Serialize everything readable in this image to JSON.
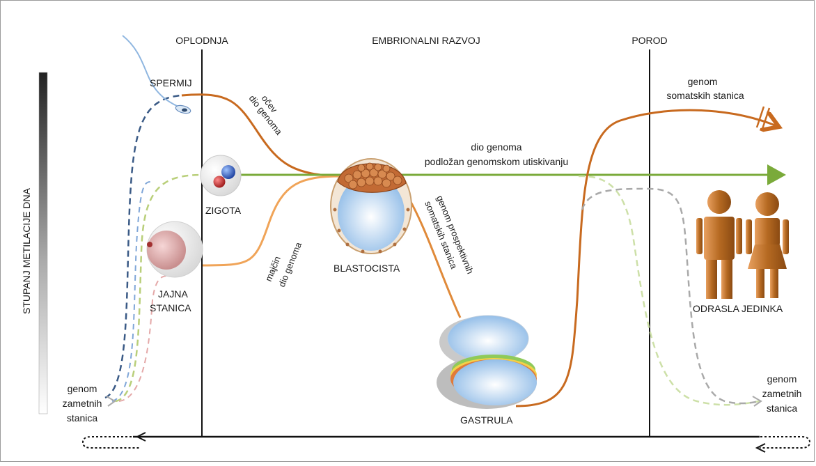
{
  "phases": {
    "fertilization": "OPLODNJA",
    "embryonic_development": "EMBRIONALNI RAZVOJ",
    "birth": "POROD"
  },
  "y_axis_label": "STUPANJ METILACIJE DNA",
  "labels": {
    "sperm": "SPERMIJ",
    "zygote": "ZIGOTA",
    "egg_line1": "JAJNA",
    "egg_line2": "STANICA",
    "blastocyst": "BLASTOCISTA",
    "gastrula": "GASTRULA",
    "adult": "ODRASLA JEDINKA",
    "paternal_line1": "očev",
    "paternal_line2": "dio genoma",
    "maternal_line1": "majčin",
    "maternal_line2": "dio genoma",
    "imprinted_line1": "dio genoma",
    "imprinted_line2": "podložan genomskom utiskivanju",
    "prospective_line1": "genom prospektivnih",
    "prospective_line2": "somatskih stanica",
    "somatic_line1": "genom",
    "somatic_line2": "somatskih stanica",
    "germ_left_line1": "genom",
    "germ_left_line2": "zametnih",
    "germ_left_line3": "stanica",
    "germ_right_line1": "genom",
    "germ_right_line2": "zametnih",
    "germ_right_line3": "stanica"
  },
  "colors": {
    "somatic": "#c86a1f",
    "maternal": "#f0a458",
    "imprinted": "#7aaa3a",
    "sperm_dashed": "#2f4a6e",
    "germline_dashed": "#a9a9a9",
    "human_figure": "#b06a20"
  }
}
